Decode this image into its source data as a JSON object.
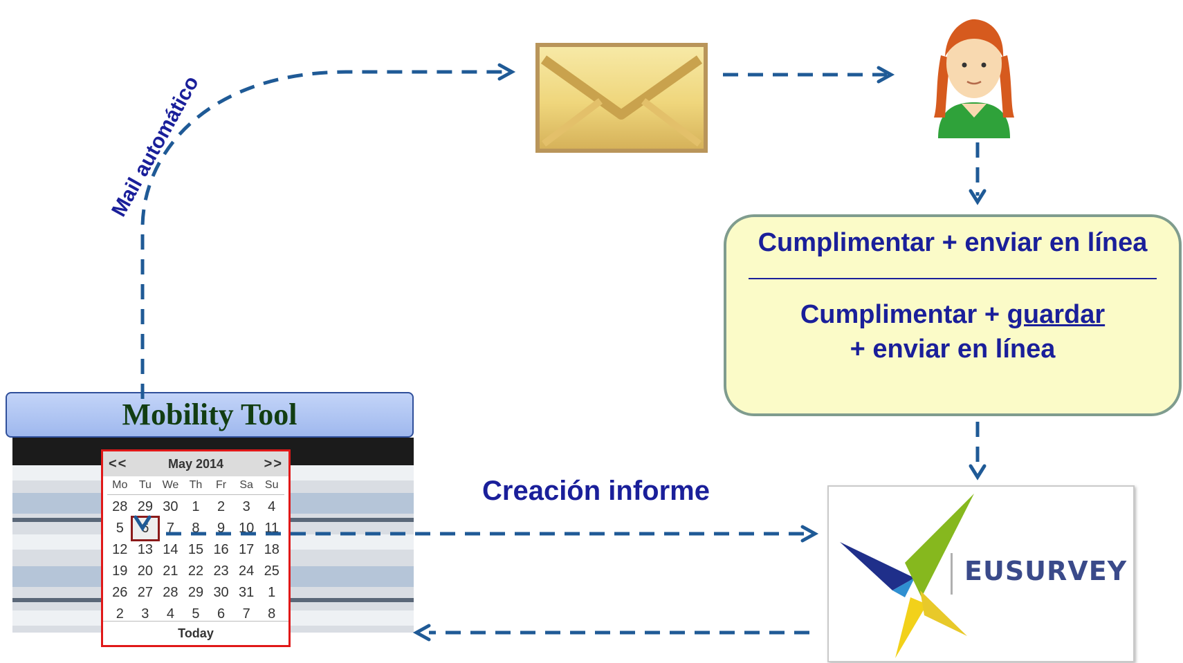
{
  "labels": {
    "mail_automatico": "Mail automático",
    "creacion_informe": "Creación informe"
  },
  "instructions": {
    "line1": "Cumplimentar + enviar en línea",
    "line2_prefix": "Cumplimentar + ",
    "line2_underlined": "guardar",
    "line2_suffix": "+ enviar en línea"
  },
  "mobility_tool": {
    "title": "Mobility Tool"
  },
  "calendar": {
    "prev": "<<",
    "next": ">>",
    "month": "May 2014",
    "weekdays": [
      "Mo",
      "Tu",
      "We",
      "Th",
      "Fr",
      "Sa",
      "Su"
    ],
    "days": [
      "28",
      "29",
      "30",
      "1",
      "2",
      "3",
      "4",
      "5",
      "6",
      "7",
      "8",
      "9",
      "10",
      "11",
      "12",
      "13",
      "14",
      "15",
      "16",
      "17",
      "18",
      "19",
      "20",
      "21",
      "22",
      "23",
      "24",
      "25",
      "26",
      "27",
      "28",
      "29",
      "30",
      "31",
      "1",
      "2",
      "3",
      "4",
      "5",
      "6",
      "7",
      "8"
    ],
    "selected": "6",
    "today": "Today"
  },
  "eusurvey": {
    "wordmark": "EUSURVEY"
  },
  "colors": {
    "arrow": "#1f5a96",
    "label_text": "#1a1f9a",
    "box_fill": "#fbfbc8",
    "box_border": "#7f9c8e",
    "calendar_border": "#e01818"
  },
  "icons": [
    "envelope-icon",
    "person-icon",
    "eusurvey-logo"
  ]
}
